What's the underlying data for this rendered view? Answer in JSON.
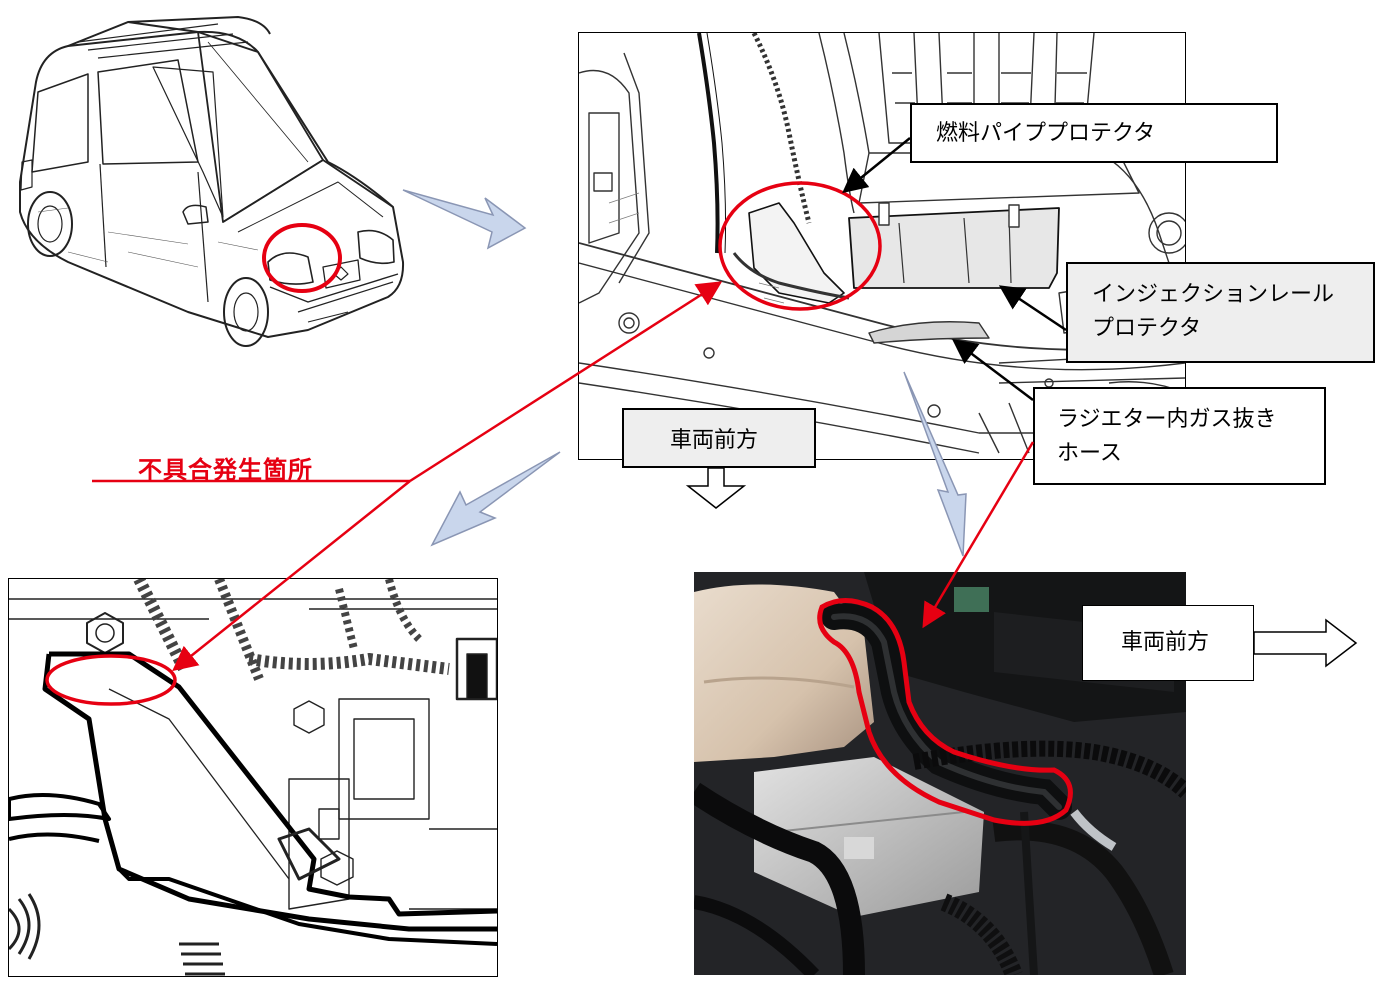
{
  "labels": {
    "fuel_pipe_protector": "燃料パイププロテクタ",
    "injection_rail_protector_line1": "インジェクションレール",
    "injection_rail_protector_line2": "プロテクタ",
    "radiator_degas_hose_line1": "ラジエター内ガス抜き",
    "radiator_degas_hose_line2": "ホース",
    "vehicle_front_drawing": "車両前方",
    "vehicle_front_photo": "車両前方",
    "defect_location": "不具合発生箇所"
  },
  "colors": {
    "highlight_red": "#e60012",
    "arrow_blue": "#c9d6ec",
    "arrow_outline": "#8a96b4",
    "label_grey": "#eeeeee"
  }
}
